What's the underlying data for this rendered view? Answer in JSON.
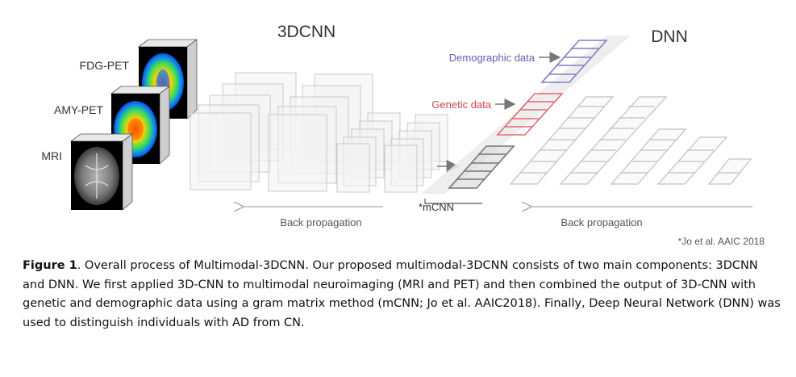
{
  "diagram": {
    "titles": {
      "cnn": "3DCNN",
      "dnn": "DNN"
    },
    "inputs": [
      {
        "label": "FDG-PET",
        "icon": "fdg-pet-scan-icon"
      },
      {
        "label": "AMY-PET",
        "icon": "amy-pet-scan-icon"
      },
      {
        "label": "MRI",
        "icon": "mri-scan-icon"
      }
    ],
    "side_inputs": {
      "demographic": {
        "label": "Demographic data",
        "color": "#8878c8"
      },
      "genetic": {
        "label": "Genetic data",
        "color": "#e06a74"
      }
    },
    "mcnn_label": "*mCNN",
    "back_propagation": {
      "left": "Back propagation",
      "right": "Back propagation"
    },
    "citation": "*Jo et al. AAIC 2018"
  },
  "caption": {
    "figure_label": "Figure 1",
    "text": ". Overall process of Multimodal-3DCNN. Our proposed multimodal-3DCNN consists of  two main components: 3DCNN and DNN. We first applied 3D-CNN to multimodal neuroimaging (MRI and PET) and then combined the output of 3D-CNN with genetic and demographic data using a gram matrix method (mCNN; Jo et al. AAIC2018). Finally, Deep Neural Network (DNN) was used to distinguish individuals with AD from CN."
  }
}
